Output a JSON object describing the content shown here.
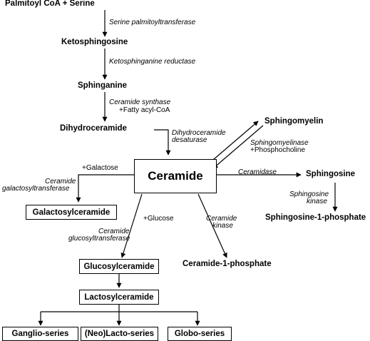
{
  "nodes": {
    "palmitoyl": "Palmitoyl CoA + Serine",
    "ketosphingosine": "Ketosphingosine",
    "sphinganine": "Sphinganine",
    "dihydroceramide": "Dihydroceramide",
    "ceramide": "Ceramide",
    "sphingomyelin": "Sphingomyelin",
    "sphingosine": "Sphingosine",
    "s1p": "Sphingosine-1-phosphate",
    "galactosylceramide": "Galactosylceramide",
    "glucosylceramide": "Glucosylceramide",
    "c1p": "Ceramide-1-phosphate",
    "lactosylceramide": "Lactosylceramide",
    "ganglio": "Ganglio-series",
    "neolacto": "(Neo)Lacto-series",
    "globo": "Globo-series"
  },
  "enzymes": {
    "serine_palmitoyltransferase": "Serine palmitoyltransferase",
    "ketosphinganine_reductase": "Ketosphinganine reductase",
    "ceramide_synthase": "Ceramide synthase",
    "dihydroceramide_desaturase_1": "Dihydroceramide",
    "dihydroceramide_desaturase_2": "desaturase",
    "sphingomyelinase": "Sphingomyelinase",
    "ceramidase": "Ceramidase",
    "sphingosine_kinase_1": "Sphingosine",
    "sphingosine_kinase_2": "kinase",
    "galactosyltransferase_1": "Ceramide",
    "galactosyltransferase_2": "galactosyltransferase",
    "glucosyltransferase_1": "Ceramide",
    "glucosyltransferase_2": "glucosyltransferase",
    "ceramide_kinase_1": "Ceramide",
    "ceramide_kinase_2": "kinase"
  },
  "cofactors": {
    "fatty_acyl_coa": "+Fatty acyl-CoA",
    "phosphocholine": "+Phosphocholine",
    "galactose": "+Galactose",
    "glucose": "+Glucose"
  }
}
